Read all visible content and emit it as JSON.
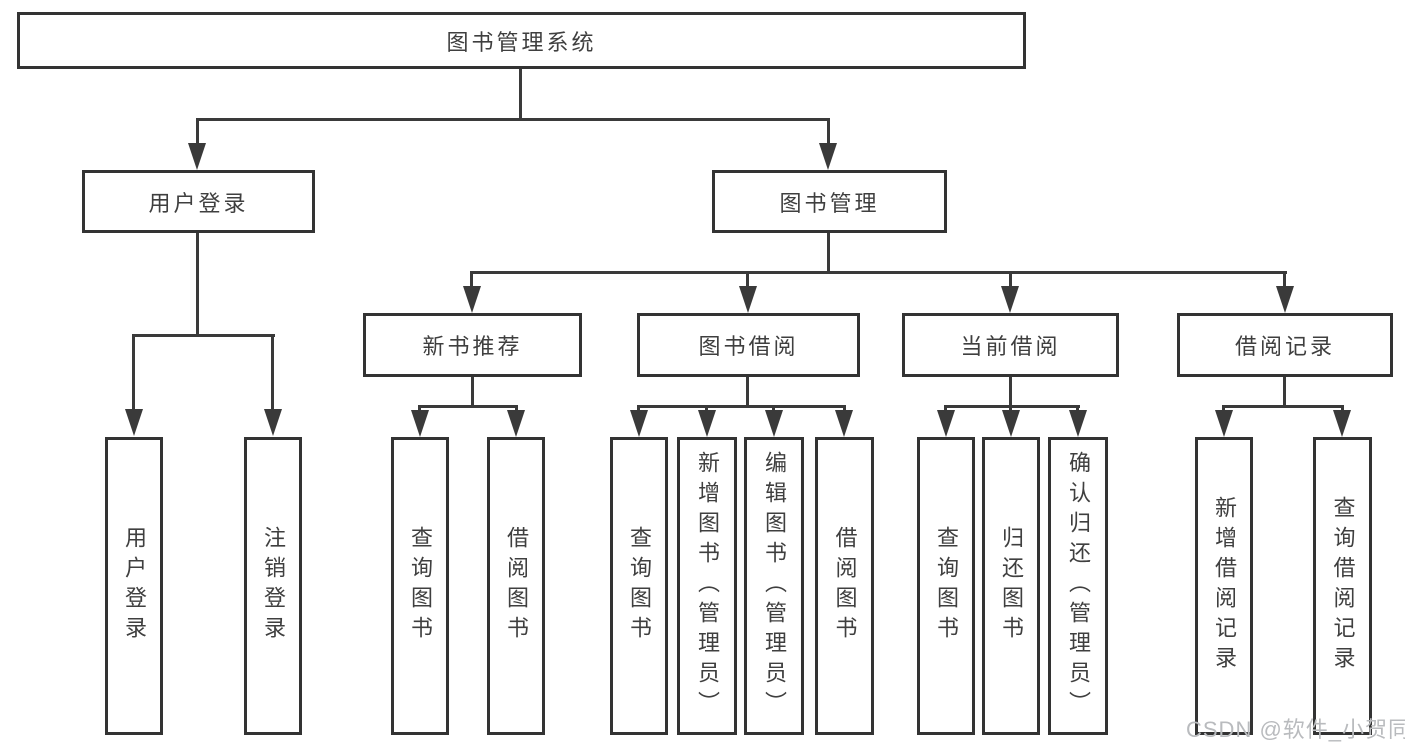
{
  "colors": {
    "background": "#ffffff",
    "line": "#3a3a3a",
    "box_border": "#333333",
    "text": "#3f3f3f",
    "watermark": "#b9bbbe"
  },
  "watermark": "CSDN @软件_小贺同学",
  "tree": {
    "label": "图书管理系统",
    "children": [
      {
        "label": "用户登录",
        "children": [
          {
            "label": "用户登录"
          },
          {
            "label": "注销登录"
          }
        ]
      },
      {
        "label": "图书管理",
        "children": [
          {
            "label": "新书推荐",
            "children": [
              {
                "label": "查询图书"
              },
              {
                "label": "借阅图书"
              }
            ]
          },
          {
            "label": "图书借阅",
            "children": [
              {
                "label": "查询图书"
              },
              {
                "label": "新增图书（管理员）"
              },
              {
                "label": "编辑图书（管理员）"
              },
              {
                "label": "借阅图书"
              }
            ]
          },
          {
            "label": "当前借阅",
            "children": [
              {
                "label": "查询图书"
              },
              {
                "label": "归还图书"
              },
              {
                "label": "确认归还（管理员）"
              }
            ]
          },
          {
            "label": "借阅记录",
            "children": [
              {
                "label": "新增借阅记录"
              },
              {
                "label": "查询借阅记录"
              }
            ]
          }
        ]
      }
    ]
  }
}
